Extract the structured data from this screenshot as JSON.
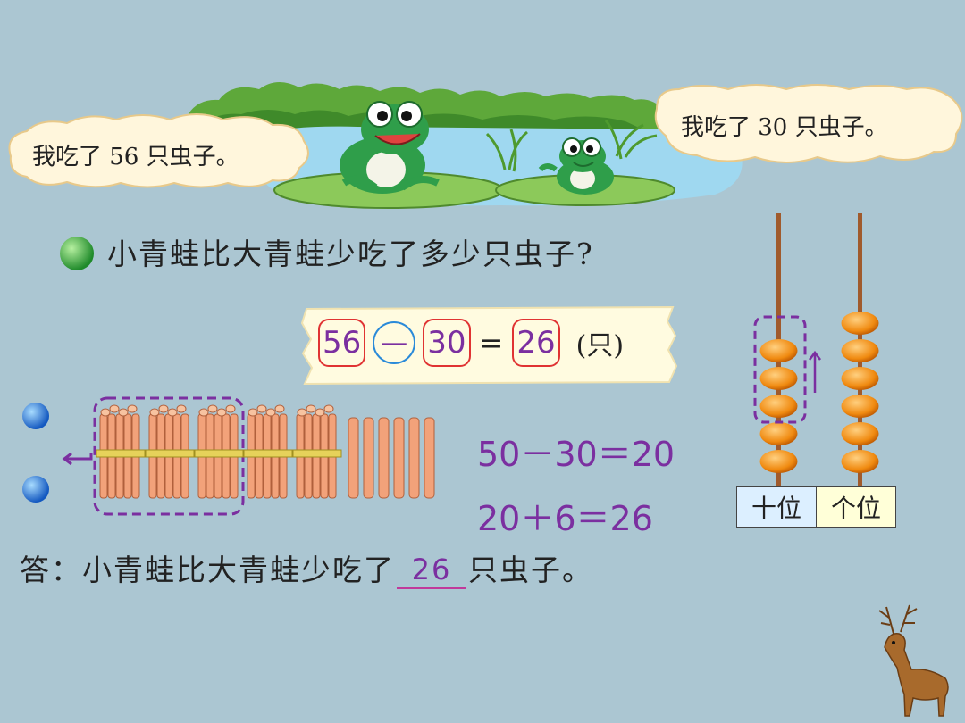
{
  "bubbles": {
    "big_frog": "我吃了 56 只虫子。",
    "small_frog": "我吃了 30 只虫子。"
  },
  "question": "小青蛙比大青蛙少吃了多少只虫子?",
  "equation": {
    "minuend": "56",
    "operator": "—",
    "subtrahend": "30",
    "equals": "=",
    "result": "26",
    "unit": "(只)"
  },
  "steps": [
    "50－30＝20",
    "20＋6＝26"
  ],
  "answer": {
    "prefix": "答：小青蛙比大青蛙少吃了",
    "value": "26",
    "suffix": "只虫子。"
  },
  "place_values": [
    "十位",
    "个位"
  ],
  "counting_sticks": {
    "bundles_of_ten": 5,
    "single_sticks": 6
  },
  "abacus": {
    "tens_beads": 5,
    "ones_beads": 6
  },
  "colors": {
    "background": "#abc6d2",
    "highlight_purple": "#7b2fa0",
    "box_red": "#e03333",
    "circle_blue": "#2a8ad9",
    "bead_orange": "#f08a10",
    "stick_salmon": "#f2a27a",
    "tens_cell": "#dcefff",
    "ones_cell": "#ffffd8"
  }
}
